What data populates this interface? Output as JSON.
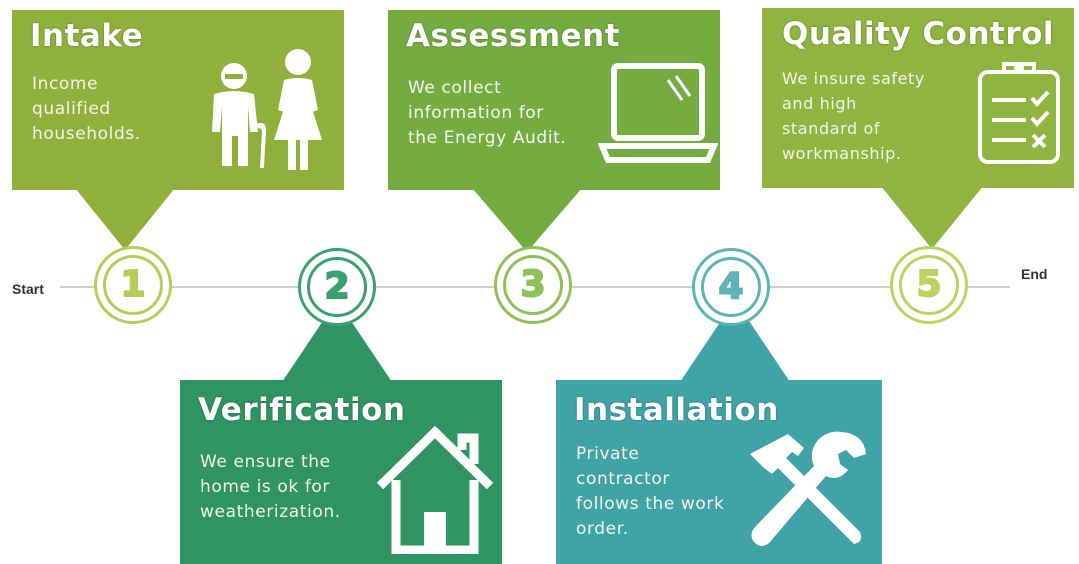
{
  "timeline": {
    "start_label": "Start",
    "end_label": "End"
  },
  "steps": [
    {
      "number": "1",
      "title": "Intake",
      "description_lines": [
        "Income",
        "qualified",
        "households."
      ],
      "icon": "elderly-couple-icon",
      "color": "#8fb13c",
      "ring_color": "#b7cd5a"
    },
    {
      "number": "2",
      "title": "Verification",
      "description_lines": [
        "We ensure the",
        "home is ok for",
        "weatherization."
      ],
      "icon": "house-icon",
      "color": "#2f9461",
      "ring_color": "#3aa070"
    },
    {
      "number": "3",
      "title": "Assessment",
      "description_lines": [
        "We collect",
        "information for",
        "the Energy Audit."
      ],
      "icon": "laptop-icon",
      "color": "#74ac42",
      "ring_color": "#8fc05a"
    },
    {
      "number": "4",
      "title": "Installation",
      "description_lines": [
        "Private",
        "contractor",
        "follows the work",
        "order."
      ],
      "icon": "hammer-wrench-icon",
      "color": "#3fa3a8",
      "ring_color": "#5db3b8"
    },
    {
      "number": "5",
      "title": "Quality Control",
      "description_lines": [
        "We insure safety",
        "and high",
        "standard of",
        "workmanship."
      ],
      "icon": "checklist-icon",
      "color": "#8fb440",
      "ring_color": "#bdd360"
    }
  ]
}
